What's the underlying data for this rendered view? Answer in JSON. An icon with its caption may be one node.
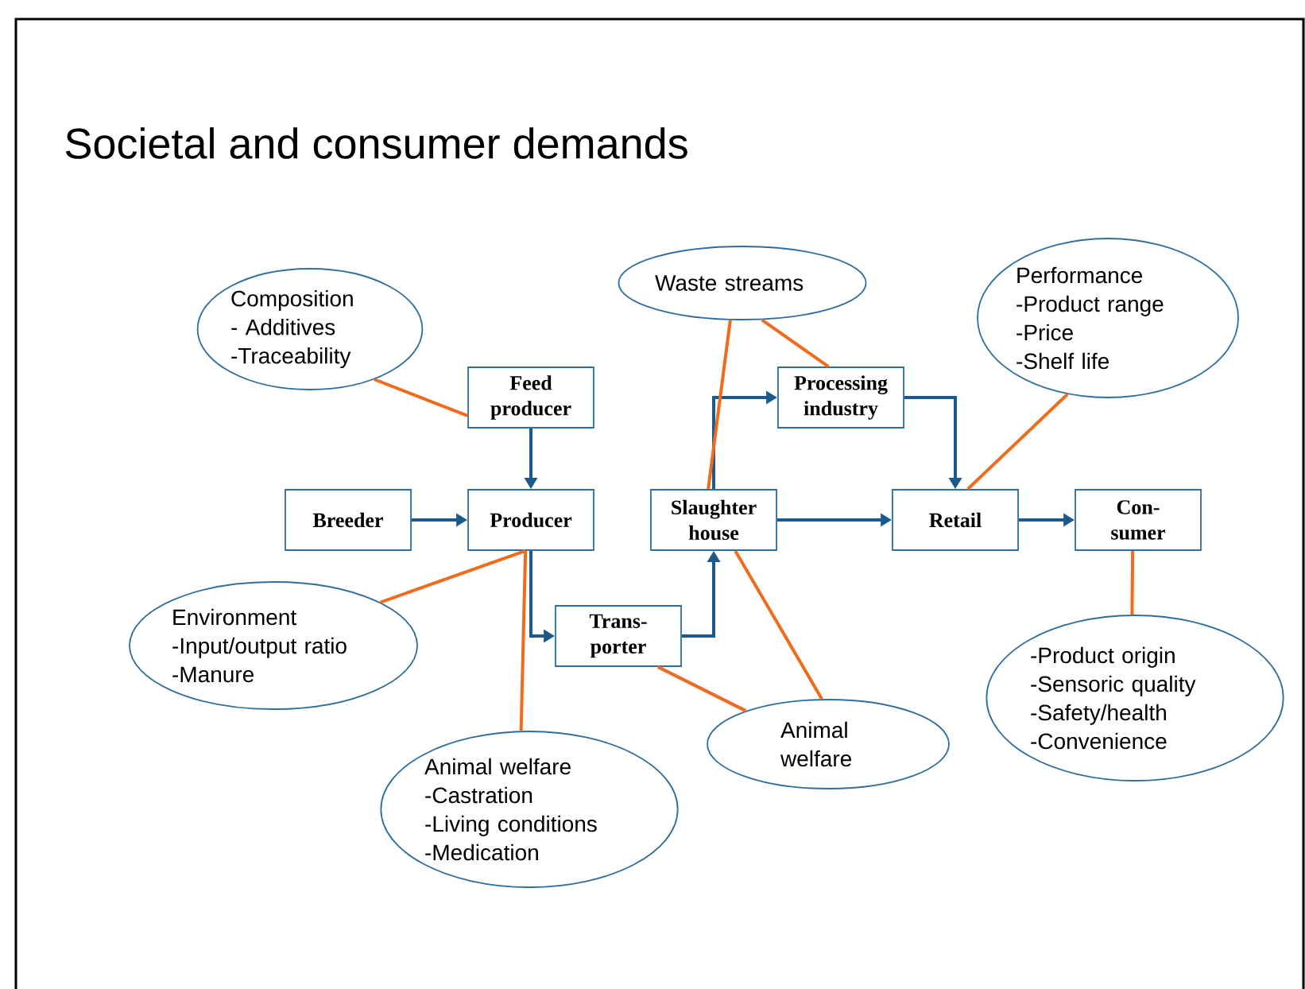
{
  "diagram": {
    "title": "Societal and consumer demands",
    "nodes": [
      {
        "text": [
          "Composition",
          "- Additives",
          "-Traceability"
        ]
      },
      {
        "text": [
          "Feed producer"
        ]
      },
      {
        "text": [
          "Waste streams"
        ]
      },
      {
        "text": [
          "Performance",
          "-Product range",
          "-Price",
          "-Shelf life"
        ]
      },
      {
        "text": [
          "Processing industry"
        ]
      },
      {
        "text": [
          "Breeder"
        ]
      },
      {
        "text": [
          "Producer"
        ]
      },
      {
        "text": [
          "Slaughter house"
        ]
      },
      {
        "text": [
          "Retail"
        ]
      },
      {
        "text": [
          "Con- sumer"
        ]
      },
      {
        "text": [
          "Environment",
          "-Input/output ratio",
          "-Manure"
        ]
      },
      {
        "text": [
          "Trans- porter"
        ]
      },
      {
        "text": [
          "-Product origin",
          "-Sensoric quality",
          "-Safety/health",
          "-Convenience"
        ]
      },
      {
        "text": [
          "Animal welfare"
        ]
      },
      {
        "text": [
          "Animal welfare",
          "-Castration",
          "-Living conditions",
          "-Medication"
        ]
      }
    ],
    "edges": [
      {
        "from": 1,
        "to": 6,
        "arrow": "to",
        "color": "#1b5a8a"
      },
      {
        "from": 5,
        "to": 6,
        "arrow": "to",
        "color": "#1b5a8a"
      },
      {
        "from": 6,
        "to": 11,
        "arrow": "to",
        "color": "#1b5a8a"
      },
      {
        "from": 11,
        "to": 7,
        "arrow": "to",
        "color": "#1b5a8a"
      },
      {
        "from": 7,
        "to": 4,
        "arrow": "to",
        "color": "#1b5a8a"
      },
      {
        "from": 7,
        "to": 8,
        "arrow": "to",
        "color": "#1b5a8a"
      },
      {
        "from": 4,
        "to": 8,
        "arrow": "to",
        "color": "#1b5a8a"
      },
      {
        "from": 8,
        "to": 9,
        "arrow": "to",
        "color": "#1b5a8a"
      },
      {
        "from": 0,
        "to": 1,
        "arrow": "none"
      },
      {
        "from": 2,
        "to": 7,
        "arrow": "none"
      },
      {
        "from": 2,
        "to": 4,
        "arrow": "none"
      },
      {
        "from": 3,
        "to": 8,
        "arrow": "none"
      },
      {
        "from": 6,
        "to": 10,
        "arrow": "none"
      },
      {
        "from": 6,
        "to": 14,
        "arrow": "none"
      },
      {
        "from": 11,
        "to": 13,
        "arrow": "none"
      },
      {
        "from": 7,
        "to": 13,
        "arrow": "none"
      },
      {
        "from": 9,
        "to": 12,
        "arrow": "none"
      }
    ]
  }
}
